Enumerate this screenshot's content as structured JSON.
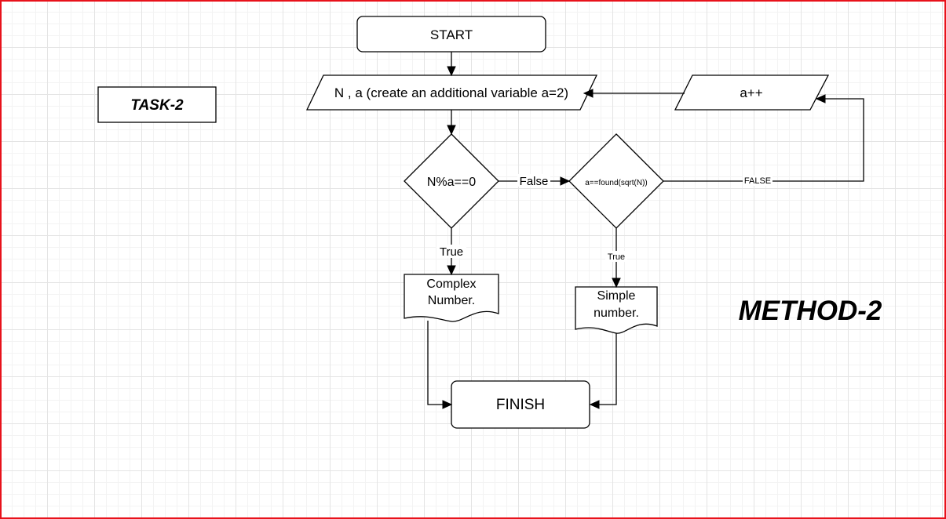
{
  "task_label": "TASK-2",
  "method_label": "METHOD-2",
  "nodes": {
    "start": "START",
    "input": "N , a (create an additional variable a=2)",
    "increment": "a++",
    "decision_mod": "N%a==0",
    "decision_sqrt": "a==found(sqrt(N))",
    "complex": [
      "Complex",
      "Number."
    ],
    "simple": [
      "Simple",
      "number."
    ],
    "finish": "FINISH"
  },
  "edges": {
    "mod_false": "False",
    "sqrt_false": "FALSE",
    "mod_true": "True",
    "sqrt_true": "True"
  }
}
